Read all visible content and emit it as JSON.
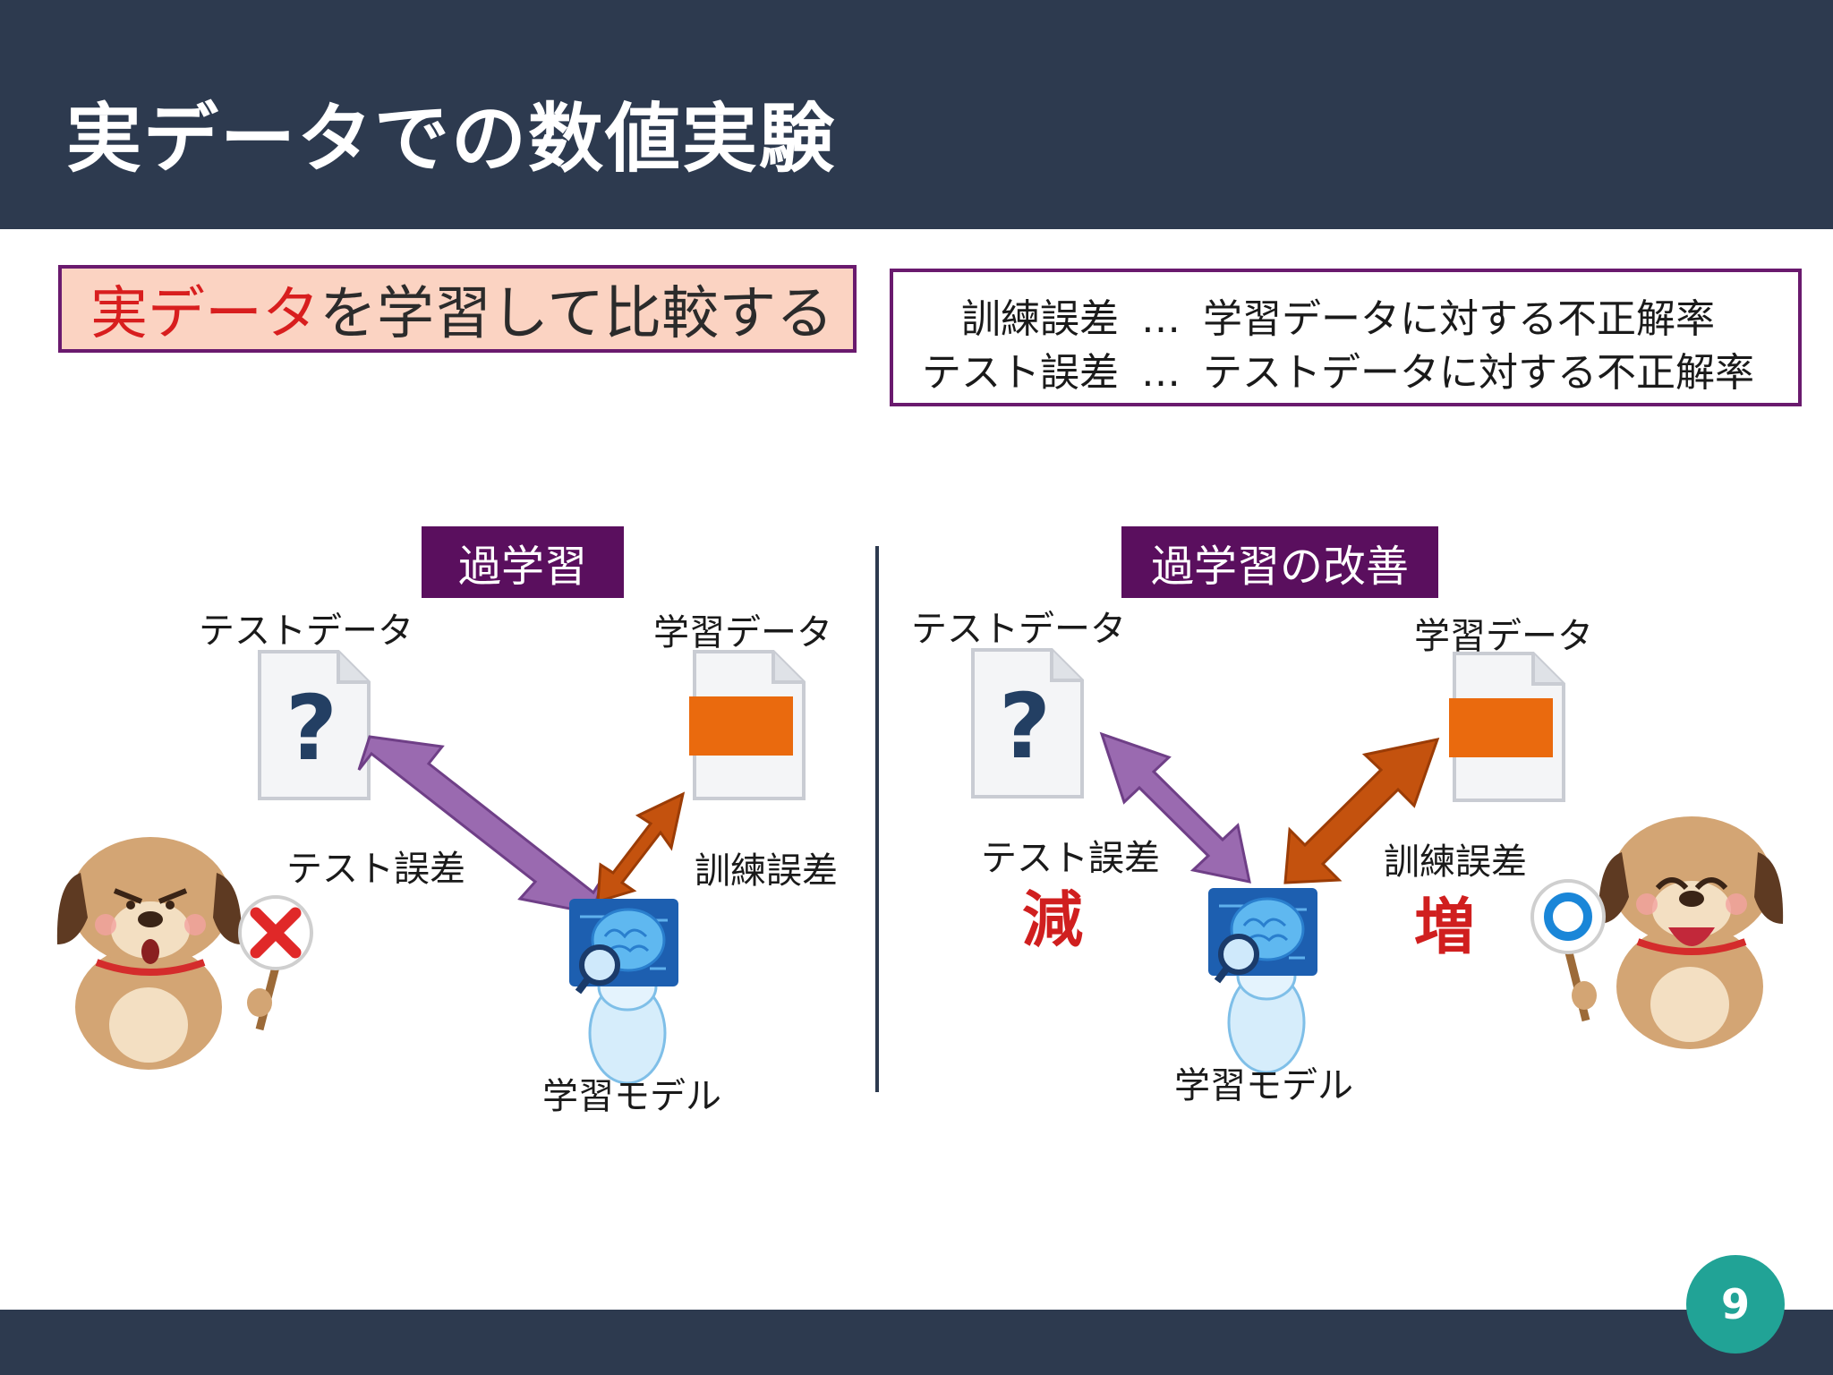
{
  "slide": {
    "title": "実データでの数値実験",
    "page_number": "9"
  },
  "compare_box": {
    "accent_text": "実データ",
    "rest_text": "を学習して比較する"
  },
  "definitions": [
    {
      "term": "訓練誤差",
      "separator": "…",
      "meaning": "学習データに対する不正解率"
    },
    {
      "term": "テスト誤差",
      "separator": "…",
      "meaning": "テストデータに対する不正解率"
    }
  ],
  "left_panel": {
    "heading": "過学習",
    "test_data_label": "テストデータ",
    "train_data_label": "学習データ",
    "test_error_label": "テスト誤差",
    "train_error_label": "訓練誤差",
    "model_label": "学習モデル",
    "sign_icon": "cross-mark-sign"
  },
  "right_panel": {
    "heading": "過学習の改善",
    "test_data_label": "テストデータ",
    "train_data_label": "学習データ",
    "test_error_label": "テスト誤差",
    "train_error_label": "訓練誤差",
    "test_error_change": "減",
    "train_error_change": "増",
    "model_label": "学習モデル",
    "sign_icon": "circle-mark-sign"
  },
  "colors": {
    "header_bg": "#2d3a4f",
    "accent_red": "#d81e1e",
    "purple": "#5a0f5e",
    "purple_arrow": "#9a6ab0",
    "orange_arrow": "#c4520e",
    "data_orange": "#ea6a0e",
    "badge_teal": "#21a396"
  }
}
